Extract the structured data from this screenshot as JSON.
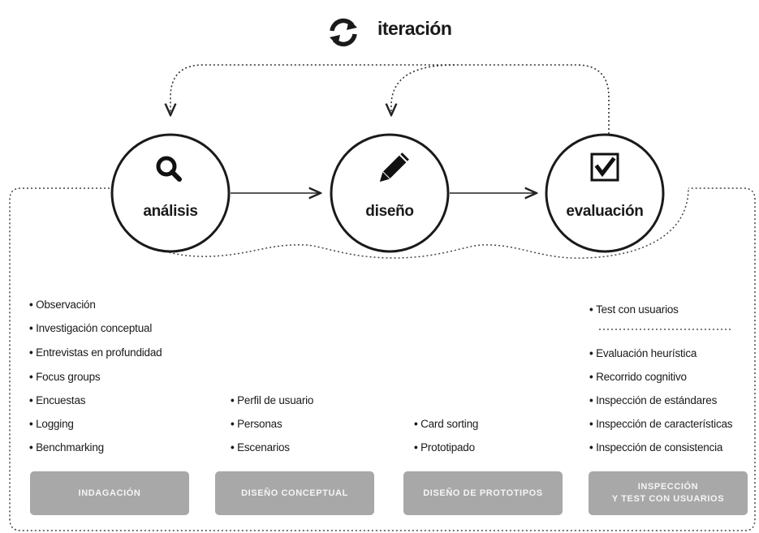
{
  "title": "iteración",
  "stages": [
    {
      "label": "análisis",
      "icon": "magnifier-icon"
    },
    {
      "label": "diseño",
      "icon": "pencil-icon"
    },
    {
      "label": "evaluación",
      "icon": "checkbox-icon"
    }
  ],
  "columns": {
    "indagacion": [
      "Observación",
      "Investigación conceptual",
      "Entrevistas en profundidad",
      "Focus groups",
      "Encuestas",
      "Logging",
      "Benchmarking"
    ],
    "conceptual": [
      "Perfil de usuario",
      "Personas",
      "Escenarios"
    ],
    "prototipos": [
      "Card sorting",
      "Prototipado"
    ],
    "evaluacion_top": [
      "Test con usuarios"
    ],
    "evaluacion": [
      "Evaluación heurística",
      "Recorrido cognitivo",
      "Inspección de estándares",
      "Inspección de características",
      "Inspección de consistencia"
    ]
  },
  "categories": {
    "indagacion": "INDAGACIÓN",
    "conceptual": "DISEÑO CONCEPTUAL",
    "prototipos": "DISEÑO DE PROTOTIPOS",
    "evaluacion_line1": "INSPECCIÓN",
    "evaluacion_line2": "Y TEST CON USUARIOS"
  },
  "colors": {
    "category_box": "#a8a8a8",
    "line": "#222222"
  }
}
